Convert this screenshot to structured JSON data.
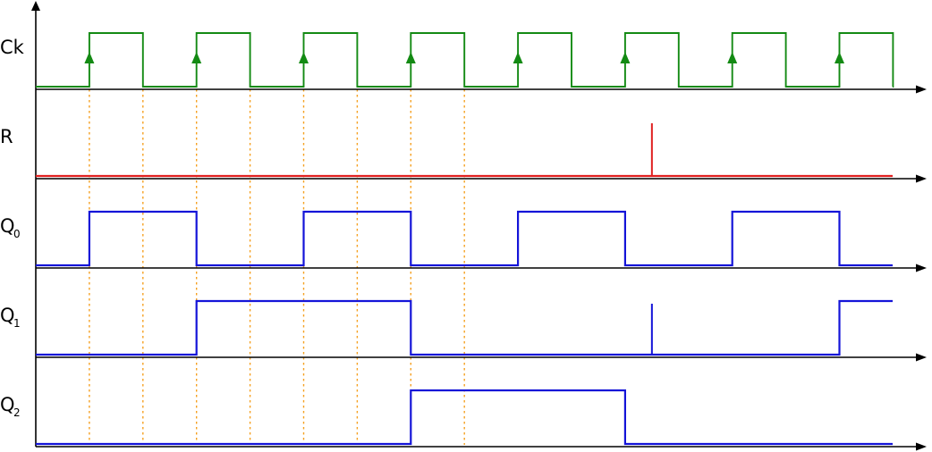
{
  "colors": {
    "clock": "#138a13",
    "reset": "#e02020",
    "output": "#1414d8",
    "marker": "#f5a020",
    "axis": "#000000"
  },
  "signals": [
    {
      "label": "Ck",
      "sub": "",
      "color_key": "clock",
      "levels": [
        0,
        0,
        1,
        1,
        0,
        0,
        1,
        1,
        0,
        0,
        1,
        1,
        0,
        0,
        1,
        1,
        0,
        0,
        1,
        1,
        0,
        0,
        1,
        1,
        0,
        0,
        1,
        1,
        0,
        0,
        1,
        1,
        0
      ],
      "rising_arrows": true
    },
    {
      "label": "R",
      "sub": "",
      "color_key": "reset",
      "levels": [
        0,
        0,
        0,
        0,
        0,
        0,
        0,
        0,
        0,
        0,
        0,
        0,
        0,
        0,
        0,
        0,
        0,
        0,
        0,
        0,
        0,
        0,
        0,
        0,
        0,
        0,
        0,
        0,
        0,
        0,
        0,
        0,
        0
      ],
      "spikes": [
        11
      ]
    },
    {
      "label": "Q",
      "sub": "0",
      "color_key": "output",
      "levels": [
        0,
        0,
        1,
        1,
        1,
        1,
        0,
        0,
        0,
        0,
        1,
        1,
        1,
        1,
        0,
        0,
        0,
        0,
        1,
        1,
        1,
        1,
        0,
        0,
        0,
        0,
        1,
        1,
        1,
        1,
        0,
        0,
        0
      ]
    },
    {
      "label": "Q",
      "sub": "1",
      "color_key": "output",
      "levels": [
        0,
        0,
        0,
        0,
        0,
        0,
        1,
        1,
        1,
        1,
        1,
        1,
        1,
        1,
        0,
        0,
        0,
        0,
        0,
        0,
        0,
        0,
        0,
        0,
        0,
        0,
        0,
        0,
        0,
        0,
        1,
        1,
        1
      ],
      "spikes": [
        11
      ]
    },
    {
      "label": "Q",
      "sub": "2",
      "color_key": "output",
      "levels": [
        0,
        0,
        0,
        0,
        0,
        0,
        0,
        0,
        0,
        0,
        0,
        0,
        0,
        0,
        1,
        1,
        1,
        1,
        1,
        1,
        1,
        1,
        0,
        0,
        0,
        0,
        0,
        0,
        0,
        0,
        0,
        0,
        0
      ]
    }
  ],
  "rising_edge_periods": [
    1,
    2,
    3,
    4,
    5,
    6,
    7,
    8
  ]
}
